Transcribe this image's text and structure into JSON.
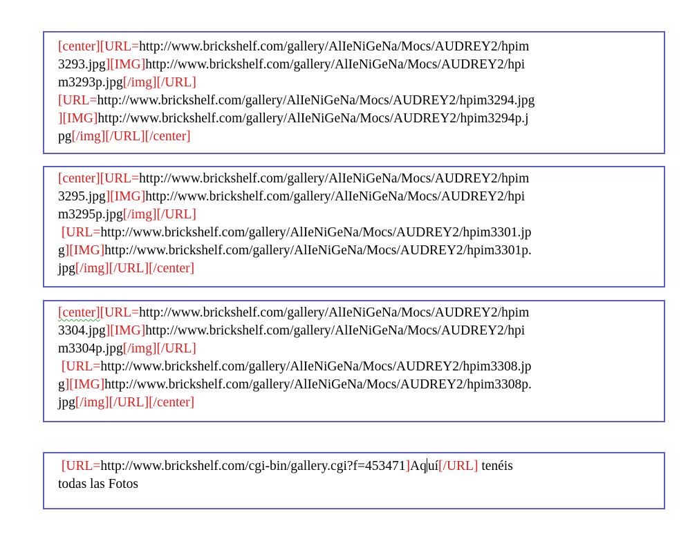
{
  "boxes": [
    {
      "lines": [
        [
          {
            "t": "[center][URL=",
            "c": "tag"
          },
          {
            "t": "http://www.brickshelf.com/gallery/AlIeNiGeNa/Mocs/AUDREY2/hpim",
            "c": "plain"
          }
        ],
        [
          {
            "t": "3293.jpg",
            "c": "plain"
          },
          {
            "t": "][IMG]",
            "c": "tag"
          },
          {
            "t": "http://www.brickshelf.com/gallery/AlIeNiGeNa/Mocs/AUDREY2/hpi",
            "c": "plain"
          }
        ],
        [
          {
            "t": "m3293p.jpg",
            "c": "plain"
          },
          {
            "t": "[/img][/URL]",
            "c": "tag"
          }
        ],
        [
          {
            "t": "[URL=",
            "c": "tag"
          },
          {
            "t": "http://www.brickshelf.com/gallery/AlIeNiGeNa/Mocs/AUDREY2/hpim3294.jpg",
            "c": "plain"
          }
        ],
        [
          {
            "t": "][IMG]",
            "c": "tag"
          },
          {
            "t": "http://www.brickshelf.com/gallery/AlIeNiGeNa/Mocs/AUDREY2/hpim3294p.j",
            "c": "plain"
          }
        ],
        [
          {
            "t": "pg",
            "c": "plain"
          },
          {
            "t": "[/img][/URL][/center]",
            "c": "tag"
          }
        ]
      ]
    },
    {
      "lines": [
        [
          {
            "t": "[center][URL=",
            "c": "tag"
          },
          {
            "t": "http://www.brickshelf.com/gallery/AlIeNiGeNa/Mocs/AUDREY2/hpim",
            "c": "plain"
          }
        ],
        [
          {
            "t": "3295.jpg",
            "c": "plain"
          },
          {
            "t": "][IMG]",
            "c": "tag"
          },
          {
            "t": "http://www.brickshelf.com/gallery/AlIeNiGeNa/Mocs/AUDREY2/hpi",
            "c": "plain"
          }
        ],
        [
          {
            "t": "m3295p.jpg",
            "c": "plain"
          },
          {
            "t": "[/img][/URL]",
            "c": "tag"
          }
        ],
        [
          {
            "t": " [URL=",
            "c": "tag"
          },
          {
            "t": "http://www.brickshelf.com/gallery/AlIeNiGeNa/Mocs/AUDREY2/hpim3301.jp",
            "c": "plain"
          }
        ],
        [
          {
            "t": "g",
            "c": "plain"
          },
          {
            "t": "][IMG]",
            "c": "tag"
          },
          {
            "t": "http://www.brickshelf.com/gallery/AlIeNiGeNa/Mocs/AUDREY2/hpim3301p.",
            "c": "plain"
          }
        ],
        [
          {
            "t": "jpg",
            "c": "plain"
          },
          {
            "t": "[/img][/URL][/center]",
            "c": "tag"
          }
        ]
      ]
    },
    {
      "lines": [
        [
          {
            "t": "[center]",
            "c": "tag squiggle"
          },
          {
            "t": "[URL=",
            "c": "tag"
          },
          {
            "t": "http://www.brickshelf.com/gallery/AlIeNiGeNa/Mocs/AUDREY2/hpim",
            "c": "plain"
          }
        ],
        [
          {
            "t": "3304.jpg",
            "c": "plain"
          },
          {
            "t": "][IMG]",
            "c": "tag"
          },
          {
            "t": "http://www.brickshelf.com/gallery/AlIeNiGeNa/Mocs/AUDREY2/hpi",
            "c": "plain"
          }
        ],
        [
          {
            "t": "m3304p.jpg",
            "c": "plain"
          },
          {
            "t": "[/img][/URL]",
            "c": "tag"
          }
        ],
        [
          {
            "t": " [URL=",
            "c": "tag"
          },
          {
            "t": "http://www.brickshelf.com/gallery/AlIeNiGeNa/Mocs/AUDREY2/hpim3308.jp",
            "c": "plain"
          }
        ],
        [
          {
            "t": "g",
            "c": "plain"
          },
          {
            "t": "][IMG]",
            "c": "tag"
          },
          {
            "t": "http://www.brickshelf.com/gallery/AlIeNiGeNa/Mocs/AUDREY2/hpim3308p.",
            "c": "plain"
          }
        ],
        [
          {
            "t": "jpg",
            "c": "plain"
          },
          {
            "t": "[/img][/URL][/center]",
            "c": "tag"
          }
        ]
      ]
    },
    {
      "lines": [
        [
          {
            "t": " [URL=",
            "c": "tag"
          },
          {
            "t": "http://www.brickshelf.com/cgi-bin/gallery.cgi?f=453471",
            "c": "plain"
          },
          {
            "t": "]",
            "c": "tag"
          },
          {
            "t": "Aq",
            "c": "plain"
          },
          {
            "t": "",
            "c": "caret"
          },
          {
            "t": "uí",
            "c": "plain"
          },
          {
            "t": "[/URL]",
            "c": "tag"
          },
          {
            "t": " tenéis",
            "c": "plain"
          }
        ],
        [
          {
            "t": "todas las Fotos",
            "c": "plain"
          }
        ]
      ]
    }
  ]
}
